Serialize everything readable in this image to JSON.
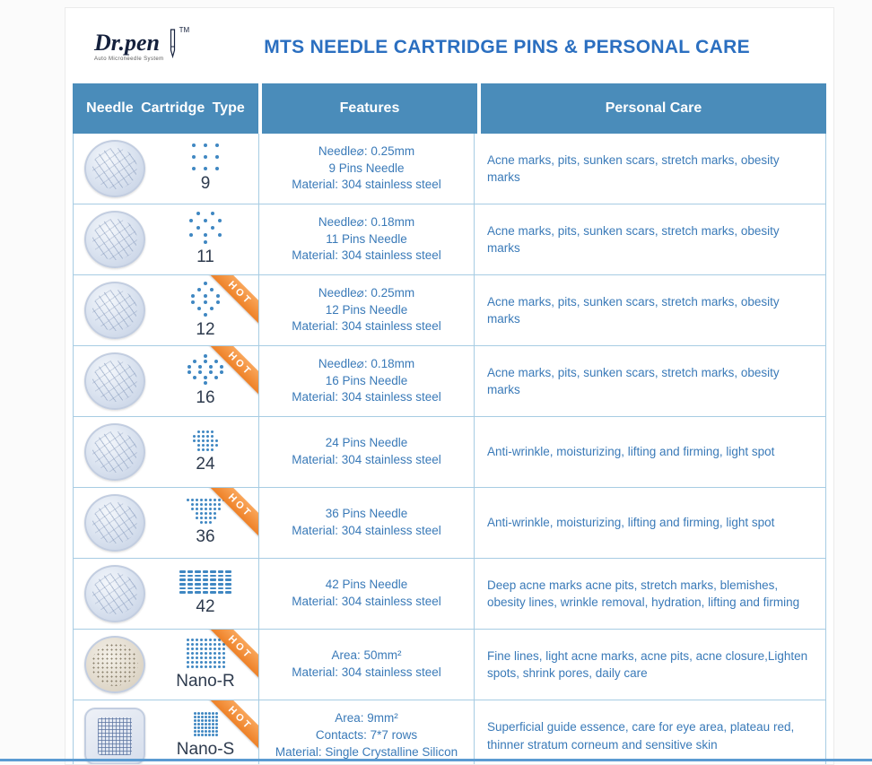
{
  "page": {
    "brand": {
      "name": "Dr.pen",
      "tm": "TM",
      "tagline": "Auto Microneedle System"
    },
    "title": "MTS NEEDLE CARTRIDGE PINS & PERSONAL CARE"
  },
  "colors": {
    "accent_blue": "#2b6fc0",
    "header_blue": "#4a8cba",
    "text_blue": "#3a7ab8",
    "border_blue": "#a7cce3",
    "hot_orange": "#ee8128",
    "label_dark": "#2e3b4e",
    "dot_blue": "#3f87c2",
    "bottom_line": "#5b9bd2"
  },
  "table": {
    "headers": [
      "Needle Cartridge Type",
      "Features",
      "Personal Care"
    ],
    "hot_label": "HOT",
    "rows": [
      {
        "label": "9",
        "hot": false,
        "image_style": "pins",
        "pattern": {
          "dot": "round",
          "size": 4,
          "gap": 9,
          "rows": [
            "111",
            "111",
            "111"
          ]
        },
        "features": [
          "Needle⌀:  0.25mm",
          "9 Pins Needle",
          "Material:  304 stainless steel"
        ],
        "care": "Acne marks, pits, sunken scars, stretch marks, obesity marks"
      },
      {
        "label": "11",
        "hot": false,
        "image_style": "pins",
        "pattern": {
          "dot": "round",
          "size": 4,
          "gap": 4,
          "rows": [
            "01010",
            "10101",
            "01010",
            "10101",
            "00100"
          ]
        },
        "features": [
          "Needle⌀:  0.18mm",
          "11 Pins Needle",
          "Material:  304 stainless steel"
        ],
        "care": "Acne marks, pits, sunken scars, stretch marks, obesity marks"
      },
      {
        "label": "12",
        "hot": true,
        "image_style": "pins",
        "pattern": {
          "dot": "round",
          "size": 4,
          "gap": 3,
          "rows": [
            "00100",
            "01010",
            "10101",
            "10101",
            "01010",
            "00100"
          ]
        },
        "features": [
          "Needle⌀:  0.25mm",
          "12 Pins Needle",
          "Material:  304 stainless steel"
        ],
        "care": "Acne marks, pits, sunken scars, stretch marks, obesity marks"
      },
      {
        "label": "16",
        "hot": true,
        "image_style": "pins",
        "pattern": {
          "dot": "round",
          "size": 4,
          "gap": 2,
          "rows": [
            "0001000",
            "0101010",
            "1010101",
            "1010101",
            "0101010",
            "0001000"
          ]
        },
        "features": [
          "Needle⌀:  0.18mm",
          "16 Pins Needle",
          "Material:  304 stainless steel"
        ],
        "care": "Acne marks, pits, sunken scars, stretch marks, obesity marks"
      },
      {
        "label": "24",
        "hot": false,
        "image_style": "pins",
        "pattern": {
          "dot": "round",
          "size": 3,
          "gap": 2,
          "rows": [
            "011110",
            "111110",
            "111111",
            "011111",
            "011110"
          ]
        },
        "features": [
          "24 Pins Needle",
          "Material:  304 stainless steel"
        ],
        "care": "Anti-wrinkle, moisturizing, lifting and firming, light spot"
      },
      {
        "label": "36",
        "hot": true,
        "image_style": "pins",
        "pattern": {
          "dot": "round",
          "size": 3,
          "gap": 2,
          "rows": [
            "111111111",
            "011111110",
            "011111110",
            "001111100",
            "001111100",
            "000111000"
          ]
        },
        "features": [
          "36 Pins Needle",
          "Material:  304 stainless steel"
        ],
        "care": "Anti-wrinkle, moisturizing, lifting and firming, light spot"
      },
      {
        "label": "42",
        "hot": false,
        "image_style": "pins",
        "pattern": {
          "dot": "dash",
          "size": 3,
          "gap": 2,
          "rows": [
            "1111111",
            "1111111",
            "1111111",
            "1111111",
            "1111111",
            "1111111"
          ]
        },
        "features": [
          "42 Pins Needle",
          "Material:  304 stainless steel"
        ],
        "care": "Deep acne marks acne pits, stretch marks, blemishes, obesity lines, wrinkle removal, hydration, lifting and firming"
      },
      {
        "label": "Nano-R",
        "hot": true,
        "image_style": "mesh",
        "pattern": {
          "dot": "round",
          "size": 3,
          "gap": 2,
          "rows": [
            "111111111",
            "111111111",
            "111111111",
            "111111111",
            "111111111",
            "111111111",
            "111111111"
          ]
        },
        "features": [
          "Area:  50mm²",
          "Material:  304 stainless steel"
        ],
        "care": "Fine lines, light acne marks, acne pits, acne closure,Lighten spots, shrink pores, daily care"
      },
      {
        "label": "Nano-S",
        "hot": true,
        "image_style": "chip",
        "pattern": {
          "dot": "round",
          "size": 3,
          "gap": 1,
          "rows": [
            "1111111",
            "1111111",
            "1111111",
            "1111111",
            "1111111",
            "1111111",
            "1111111"
          ]
        },
        "features": [
          "Area:  9mm²",
          "Contacts:  7*7 rows",
          "Material:  Single Crystalline Silicon"
        ],
        "care": "Superficial guide essence, care for eye area, plateau red, thinner stratum corneum and sensitive skin"
      }
    ]
  }
}
